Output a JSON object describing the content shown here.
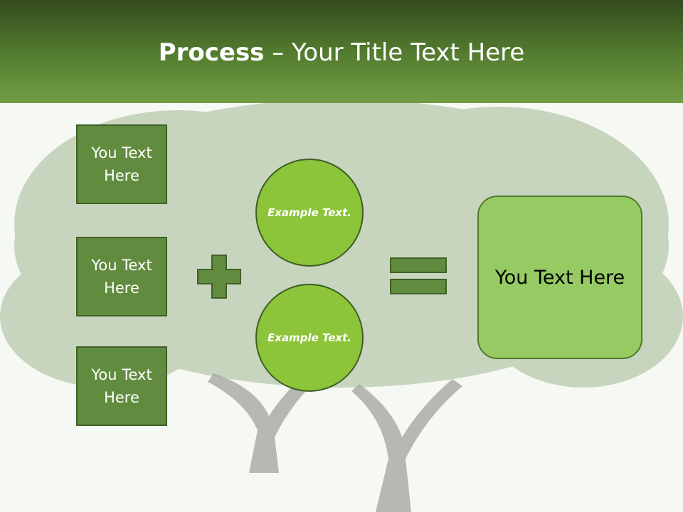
{
  "slide": {
    "title_bold": "Process",
    "title_rest": " – Your Title Text Here"
  },
  "boxes": [
    "You Text Here",
    "You Text Here",
    "You Text Here"
  ],
  "circles": [
    "Example Text.",
    "Example Text."
  ],
  "result": "You Text Here",
  "operators": {
    "plus": "plus-sign",
    "equals": "equals-sign"
  },
  "colors": {
    "header_dark": "#344b1e",
    "header_light": "#729c46",
    "box_fill": "#618c3f",
    "circle_fill": "#8cc43a",
    "result_fill": "#96cb64",
    "operator_fill": "#618c3f"
  }
}
